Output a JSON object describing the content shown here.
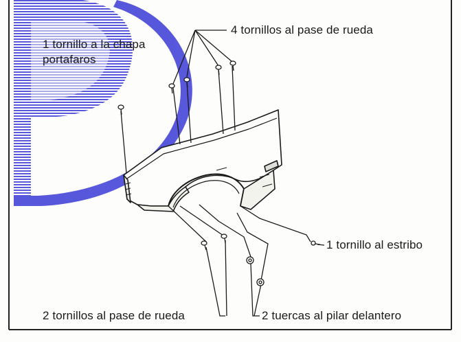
{
  "labels": {
    "chapa_line1": "1 tornillo a la chapa",
    "chapa_line2": "portafaros",
    "pase_rueda_top": "4 tornillos al pase de rueda",
    "estribo": "1 tornillo al estribo",
    "pase_rueda_bottom": "2 tornillos al pase de rueda",
    "pilar": "2 tuercas al pilar delantero"
  },
  "colors": {
    "watermark": "#3b3bd6",
    "ink": "#1a1a1a",
    "background": "#fdfdfb"
  },
  "icons": {
    "watermark": "stylized-d-watermark",
    "part": "front-fender",
    "fastener": "screw"
  }
}
